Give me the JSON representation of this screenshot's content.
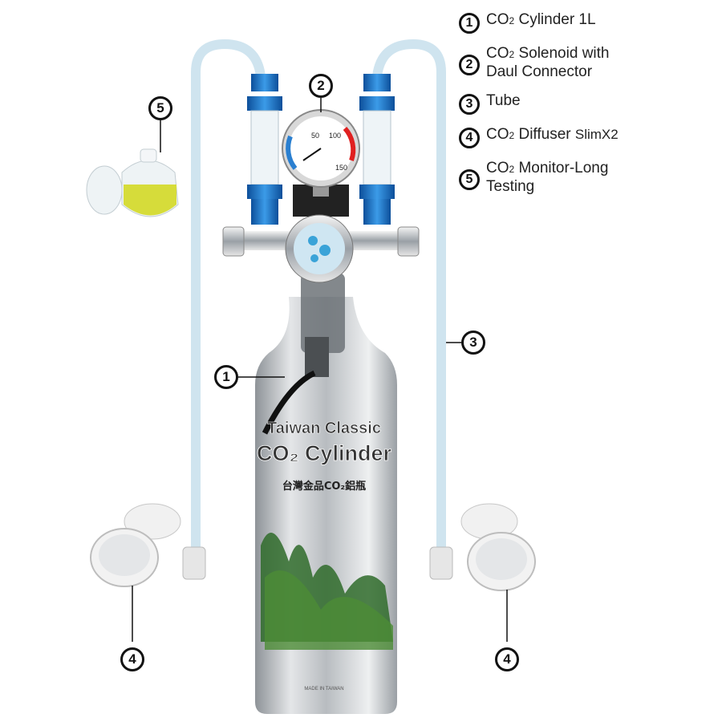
{
  "legend": [
    {
      "num": "1",
      "prefix": "CO",
      "sub": "2",
      "text": " Cylinder 1L",
      "line2": ""
    },
    {
      "num": "2",
      "prefix": "CO",
      "sub": "2",
      "text": " Solenoid with",
      "line2": "Daul Connector"
    },
    {
      "num": "3",
      "prefix": "",
      "sub": "",
      "text": "Tube",
      "line2": ""
    },
    {
      "num": "4",
      "prefix": "CO",
      "sub": "2",
      "text": " Diffuser ",
      "small": "SlimX2",
      "line2": ""
    },
    {
      "num": "5",
      "prefix": "CO",
      "sub": "2",
      "text": " Monitor-Long",
      "line2": "Testing"
    }
  ],
  "callouts": {
    "c1": "1",
    "c2": "2",
    "c3": "3",
    "c4a": "4",
    "c4b": "4",
    "c5": "5"
  },
  "cylinder_label": {
    "line1": "Taiwan Classic",
    "line2": "CO₂ Cylinder",
    "line3": "台灣金品CO₂鋁瓶",
    "footer": "MADE IN TAIWAN"
  },
  "gauge": {
    "ticks": [
      "50",
      "100",
      "150"
    ]
  },
  "colors": {
    "tube": "#cfe4ef",
    "fitting_blue": "#1f6fc0",
    "cylinder": "#c9ccd0",
    "monitor_liquid": "#d6dc3a"
  }
}
